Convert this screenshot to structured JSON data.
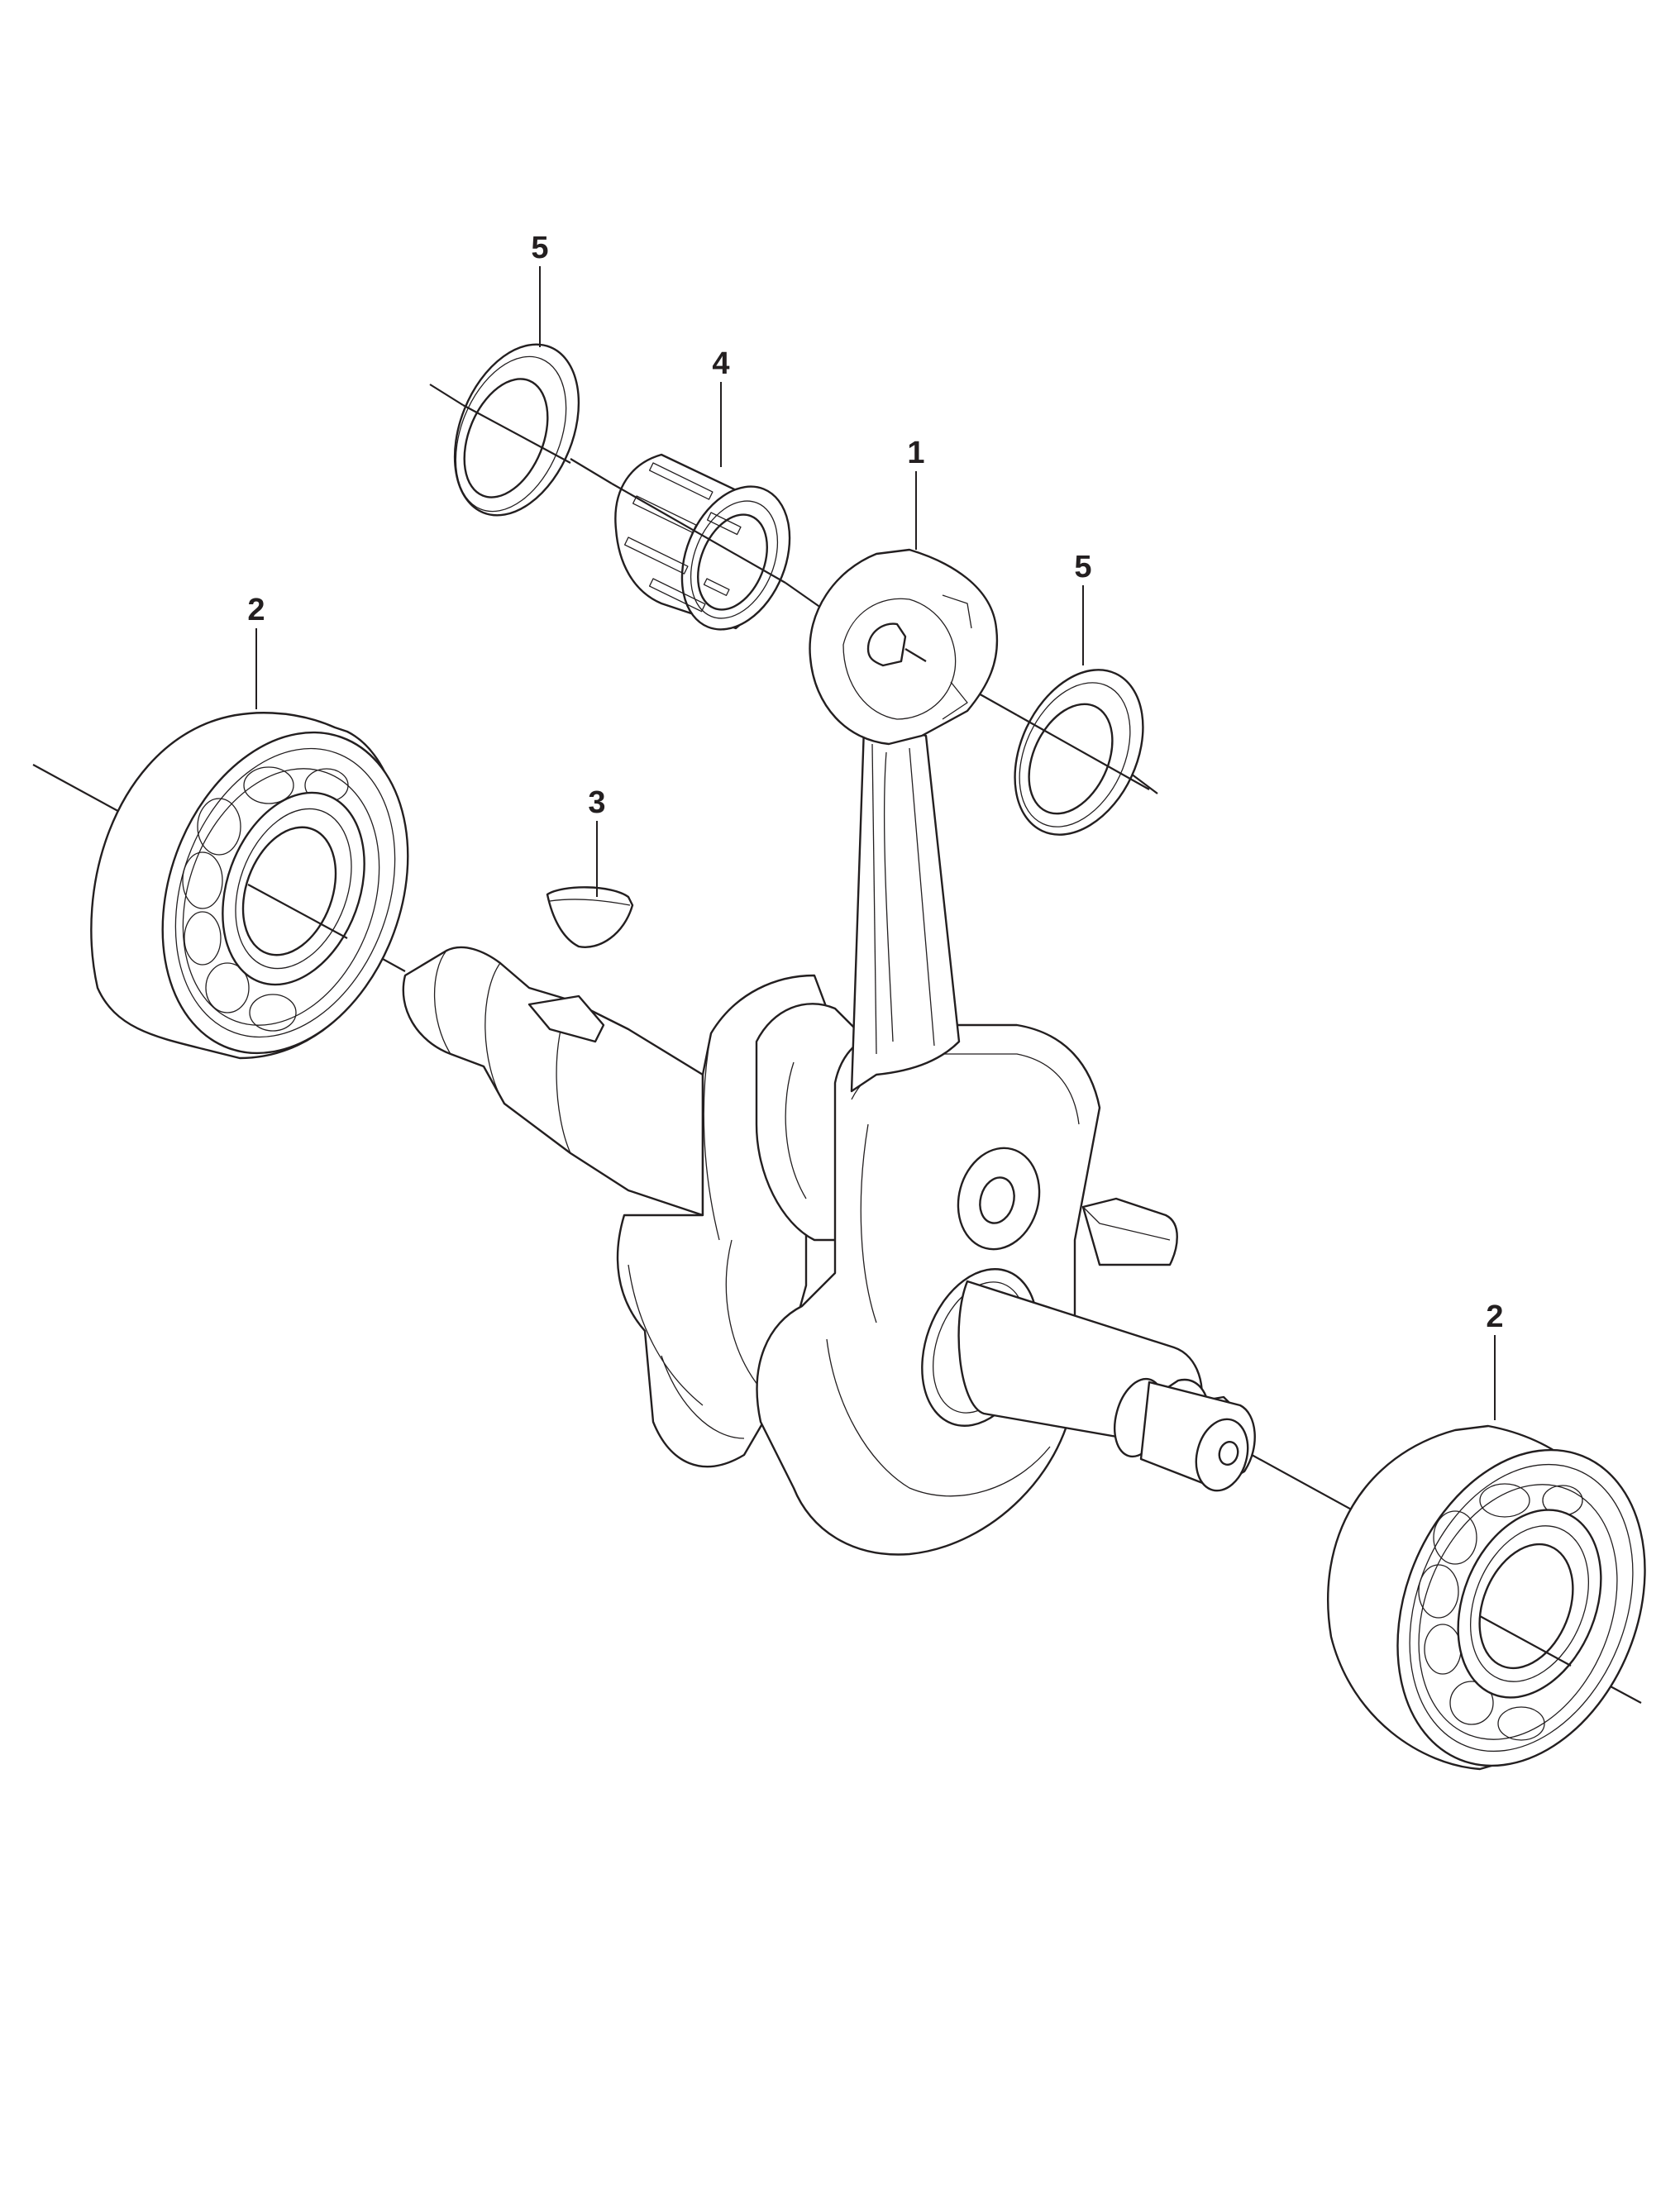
{
  "callouts": {
    "top_seal": "5",
    "needle_bearing": "4",
    "connecting_rod": "1",
    "right_seal": "5",
    "left_bearing": "2",
    "woodruff_key": "3",
    "right_bearing": "2"
  },
  "colors": {
    "line": "#231f20",
    "background": "#ffffff"
  }
}
